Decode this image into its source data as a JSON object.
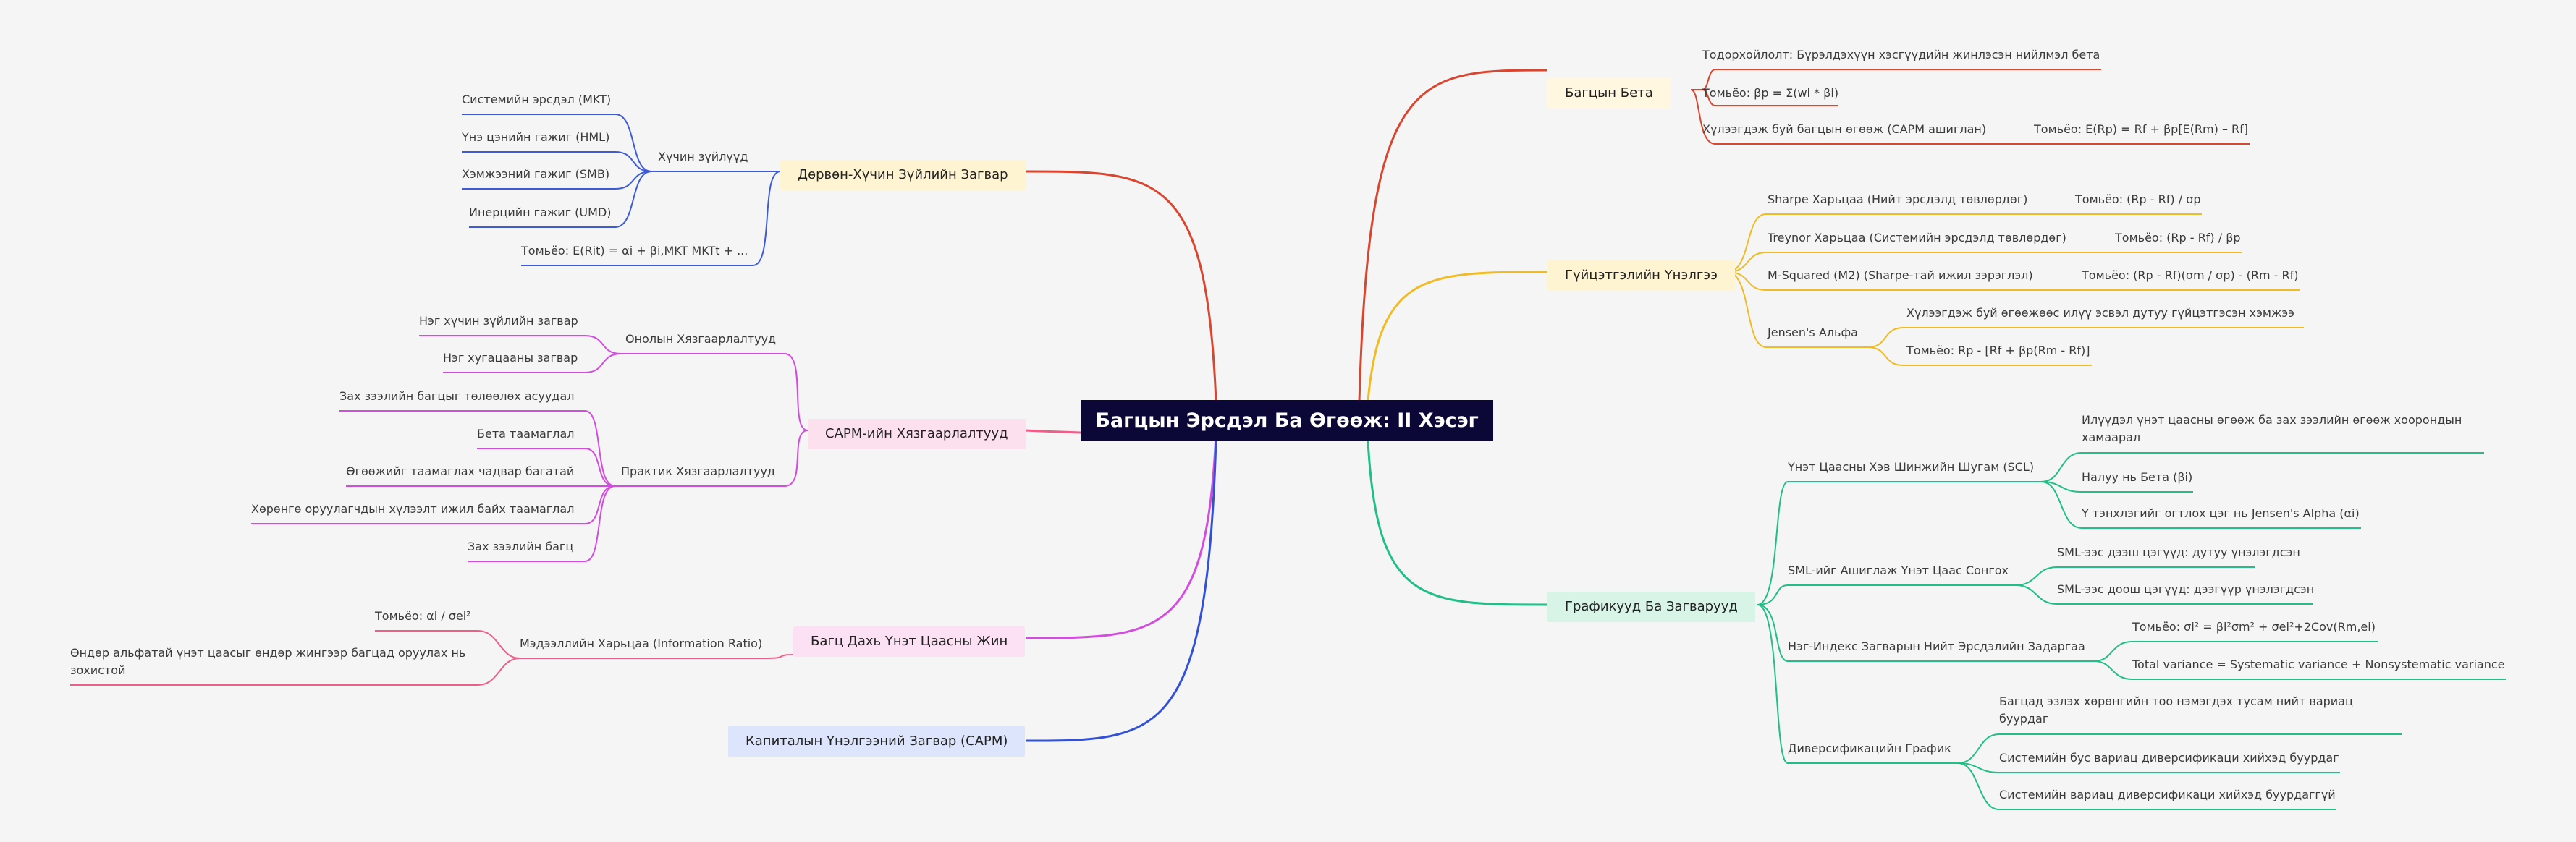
{
  "root": "Багцын Эрсдэл Ба Өгөөж: II Хэсэг",
  "beta": {
    "label": "Багцын Бета",
    "definition": "Тодорхойлолт: Бүрэлдэхүүн хэсгүүдийн жинлэсэн нийлмэл бета",
    "formula": "Томьёо: βp = Σ(wi * βi)",
    "expected_label": "Хүлээгдэж буй багцын өгөөж (CAPM ашиглан)",
    "expected_formula": "Томьёо: E(Rp) = Rf + βp[E(Rm) – Rf]"
  },
  "performance": {
    "label": "Гүйцэтгэлийн Үнэлгээ",
    "sharpe": "Sharpe Харьцаа (Нийт эрсдэлд төвлөрдөг)",
    "sharpe_formula": "Томьёо: (Rp - Rf) / σp",
    "treynor": "Treynor Харьцаа (Системийн эрсдэлд төвлөрдөг)",
    "treynor_formula": "Томьёо: (Rp - Rf) / βp",
    "m2": "M-Squared (M2) (Sharpe-тай ижил зэрэглэл)",
    "m2_formula": "Томьёо: (Rp - Rf)(σm / σp) - (Rm - Rf)",
    "jensen": "Jensen's Альфа",
    "jensen_desc": "Хүлээгдэж буй өгөөжөөс илүү эсвэл дутуу гүйцэтгэсэн хэмжээ",
    "jensen_formula": "Томьёо: Rp - [Rf + βp(Rm - Rf)]"
  },
  "graphs": {
    "label": "Графикууд Ба Загварууд",
    "scl": "Үнэт Цаасны Хэв Шинжийн Шугам (SCL)",
    "scl_1": "Илүүдэл үнэт цаасны өгөөж ба зах зээлийн өгөөж хоорондын хамаарал",
    "scl_2": "Налуу нь Бета (βi)",
    "scl_3": "Y тэнхлэгийг огтлох цэг нь Jensen's Alpha (αi)",
    "sml": "SML-ийг Ашиглаж Үнэт Цаас Сонгох",
    "sml_1": "SML-ээс дээш цэгүүд: дутуу үнэлэгдсэн",
    "sml_2": "SML-ээс доош цэгүүд: дээгүүр үнэлэгдсэн",
    "single_index": "Нэг-Индекс Загварын Нийт Эрсдэлийн Задаргаа",
    "single_index_1": "Томьёо: σi² = βi²σm² + σei²+2Cov(Rm,ei)",
    "single_index_2": "Total variance = Systematic variance + Nonsystematic variance",
    "diversification": "Диверсификацийн График",
    "div_1": "Багцад эзлэх хөрөнгийн тоо нэмэгдэх тусам нийт вариац буурдаг",
    "div_2": "Системийн бус вариац диверсификаци хийхэд буурдаг",
    "div_3": "Системийн вариац диверсификаци хийхэд буурдаггүй"
  },
  "four_factor": {
    "label": "Дөрвөн-Хүчин Зүйлийн Загвар",
    "factors": "Хүчин зүйлүүд",
    "f1": "Системийн эрсдэл (MKT)",
    "f2": "Үнэ цэнийн гажиг (HML)",
    "f3": "Хэмжээний гажиг (SMB)",
    "f4": "Инерцийн гажиг (UMD)",
    "formula": "Томьёо: E(Rit) = αi + βi,MKT MKTt + ..."
  },
  "capm_limits": {
    "label": "CAPM-ийн Хязгаарлалтууд",
    "theoretical": "Онолын Хязгаарлалтууд",
    "t1": "Нэг хүчин зүйлийн загвар",
    "t2": "Нэг хугацааны загвар",
    "practical": "Практик Хязгаарлалтууд",
    "p1": "Зах зээлийн багцыг төлөөлөх асуудал",
    "p2": "Бета таамаглал",
    "p3": "Өгөөжийг таамаглах чадвар багатай",
    "p4": "Хөрөнгө оруулагчдын хүлээлт ижил байх таамаглал",
    "p5": "Зах зээлийн багц"
  },
  "weights": {
    "label": "Багц Дахь Үнэт Цаасны Жин",
    "ir": "Мэдээллийн Харьцаа (Information Ratio)",
    "ir_formula": "Томьёо: αi / σei²",
    "ir_desc": "Өндөр альфатай үнэт цаасыг өндөр жингээр багцад оруулах нь зохистой"
  },
  "capm": {
    "label": "Капиталын Үнэлгээний Загвар (CAPM)"
  },
  "colors": {
    "background": "#f5f5f5",
    "root_bg": "#0b0736",
    "beta": "#d9452f",
    "performance": "#f0bb23",
    "graphs": "#1fbf85",
    "four_factor": "#3d5bd9",
    "capm_limits": "#d44be0",
    "weights": "#ef5d88",
    "capm": "#3350d8"
  }
}
